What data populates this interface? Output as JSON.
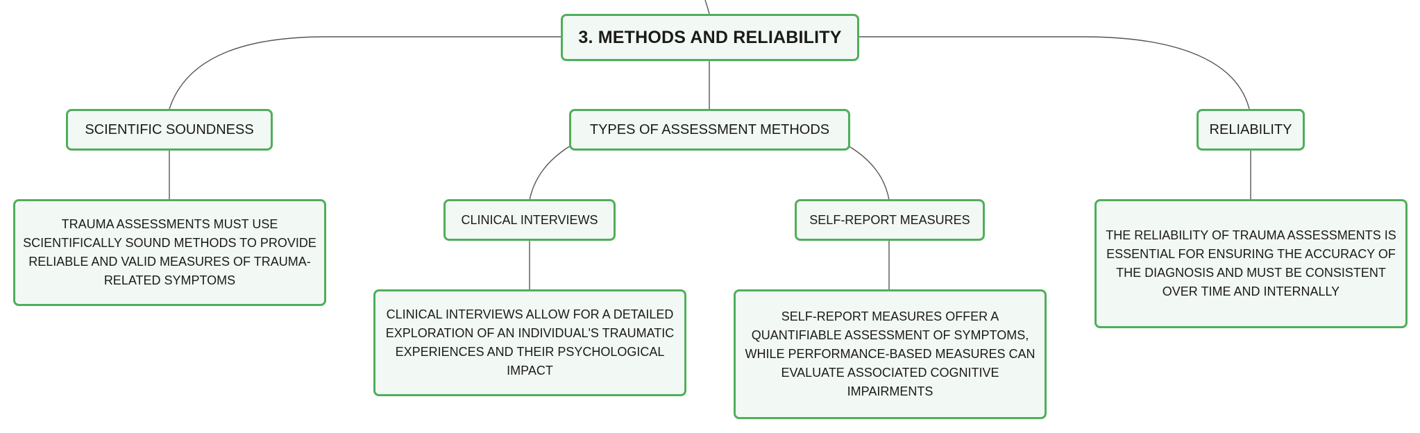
{
  "root": {
    "label": "3. METHODS AND RELIABILITY"
  },
  "branches": {
    "scientific_soundness": {
      "label": "SCIENTIFIC SOUNDNESS",
      "detail": "TRAUMA ASSESSMENTS MUST USE SCIENTIFICALLY SOUND METHODS TO PROVIDE RELIABLE AND VALID MEASURES OF TRAUMA-RELATED SYMPTOMS"
    },
    "assessment_methods": {
      "label": "TYPES OF ASSESSMENT METHODS",
      "children": {
        "clinical_interviews": {
          "label": "CLINICAL INTERVIEWS",
          "detail": "CLINICAL INTERVIEWS ALLOW FOR A DETAILED EXPLORATION OF AN INDIVIDUAL'S TRAUMATIC EXPERIENCES AND THEIR PSYCHOLOGICAL IMPACT"
        },
        "self_report": {
          "label": "SELF-REPORT MEASURES",
          "detail": "SELF-REPORT MEASURES OFFER A QUANTIFIABLE ASSESSMENT OF SYMPTOMS, WHILE PERFORMANCE-BASED MEASURES CAN EVALUATE ASSOCIATED COGNITIVE IMPAIRMENTS"
        }
      }
    },
    "reliability": {
      "label": "RELIABILITY",
      "detail": "THE RELIABILITY OF TRAUMA ASSESSMENTS IS ESSENTIAL FOR ENSURING THE ACCURACY OF THE DIAGNOSIS AND MUST BE CONSISTENT OVER TIME AND INTERNALLY"
    }
  },
  "colors": {
    "border": "#4fae5a",
    "fill": "#f2f8f3",
    "connector": "#555555"
  }
}
